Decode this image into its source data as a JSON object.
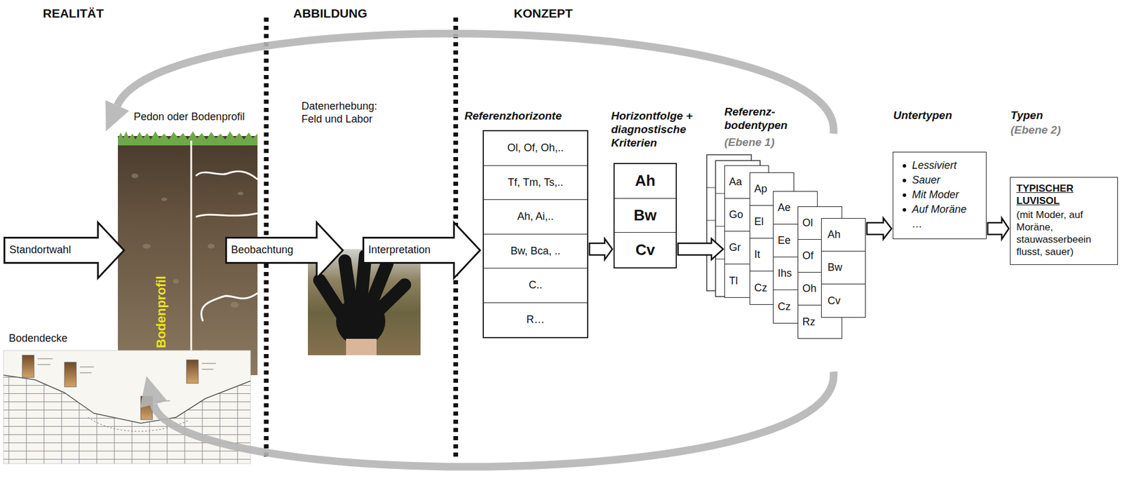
{
  "diagram": {
    "nodes": [
      {
        "text": [
          "Standortwahl"
        ]
      },
      {
        "text": [
          "Beobachtung"
        ]
      },
      {
        "text": [
          "Interpretation"
        ]
      },
      {
        "text": [
          "Referenzhorizonte",
          "Ol, Of, Oh,..",
          "Tf, Tm, Ts,..",
          "Ah, Ai,..",
          "Bw, Bca, ..",
          "C..",
          "R…"
        ]
      },
      {
        "text": [
          "Horizontfolge + diagnostische Kriterien",
          "Ah",
          "Bw",
          "Cv"
        ]
      },
      {
        "text": [
          "Aa",
          "Go",
          "Gr",
          "Tl"
        ]
      },
      {
        "text": [
          "Ap",
          "El",
          "It",
          "Cz"
        ]
      },
      {
        "text": [
          "Ae",
          "Ee",
          "Ihs",
          "Cz"
        ]
      },
      {
        "text": [
          "Ol",
          "Of",
          "Oh",
          "Rz"
        ]
      },
      {
        "text": [
          "Ah",
          "Bw",
          "Cv"
        ]
      },
      {
        "text": [
          "Untertypen",
          "Lessiviert",
          "Sauer",
          "Mit Moder",
          "Auf Moräne",
          "…"
        ]
      },
      {
        "text": [
          "Typen",
          "(Ebene 2)",
          "TYPISCHER LUVISOL",
          "(mit Moder, auf Moräne, stauwasserbeein flusst, sauer)"
        ]
      }
    ],
    "edges": [
      {
        "from": 3,
        "to": 4,
        "arrow": "to"
      },
      {
        "from": 4,
        "to": 5,
        "arrow": "to"
      },
      {
        "from": 9,
        "to": 10,
        "arrow": "to"
      },
      {
        "from": 10,
        "to": 11,
        "arrow": "to"
      }
    ],
    "labels": [
      "REALITÄT",
      "ABBILDUNG",
      "KONZEPT",
      "Pedon oder Bodenprofil",
      "Bodenprofil",
      "Bodendecke",
      "Datenerhebung: Feld und Labor",
      "Referenz- bodentypen",
      "(Ebene 1)"
    ]
  }
}
